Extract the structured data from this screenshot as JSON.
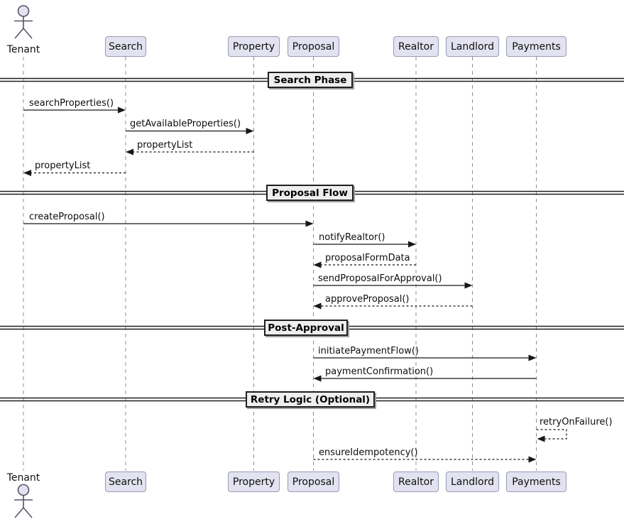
{
  "diagram": {
    "type": "uml-sequence",
    "actor": {
      "name": "Tenant"
    },
    "participants": [
      {
        "name": "Search"
      },
      {
        "name": "Property"
      },
      {
        "name": "Proposal"
      },
      {
        "name": "Realtor"
      },
      {
        "name": "Landlord"
      },
      {
        "name": "Payments"
      }
    ],
    "dividers": [
      {
        "label": "Search Phase"
      },
      {
        "label": "Proposal Flow"
      },
      {
        "label": "Post-Approval"
      },
      {
        "label": "Retry Logic (Optional)"
      }
    ],
    "messages": [
      {
        "label": "searchProperties()",
        "from": "Tenant",
        "to": "Search",
        "line": "solid"
      },
      {
        "label": "getAvailableProperties()",
        "from": "Search",
        "to": "Property",
        "line": "solid"
      },
      {
        "label": "propertyList",
        "from": "Property",
        "to": "Search",
        "line": "dashed"
      },
      {
        "label": "propertyList",
        "from": "Search",
        "to": "Tenant",
        "line": "dashed"
      },
      {
        "label": "createProposal()",
        "from": "Tenant",
        "to": "Proposal",
        "line": "solid"
      },
      {
        "label": "notifyRealtor()",
        "from": "Proposal",
        "to": "Realtor",
        "line": "solid"
      },
      {
        "label": "proposalFormData",
        "from": "Realtor",
        "to": "Proposal",
        "line": "dashed"
      },
      {
        "label": "sendProposalForApproval()",
        "from": "Proposal",
        "to": "Landlord",
        "line": "solid"
      },
      {
        "label": "approveProposal()",
        "from": "Landlord",
        "to": "Proposal",
        "line": "dashed"
      },
      {
        "label": "initiatePaymentFlow()",
        "from": "Proposal",
        "to": "Payments",
        "line": "solid"
      },
      {
        "label": "paymentConfirmation()",
        "from": "Payments",
        "to": "Proposal",
        "line": "solid"
      },
      {
        "label": "retryOnFailure()",
        "from": "Payments",
        "to": "Payments",
        "line": "dashed"
      },
      {
        "label": "ensureIdempotency()",
        "from": "Proposal",
        "to": "Payments",
        "line": "dashed"
      }
    ],
    "colors": {
      "participant_fill": "#E2E2F0",
      "participant_border": "#9a9ab5",
      "divider_fill": "#EEEEEE",
      "divider_border": "#1f1f1f",
      "lifeline": "#8c8c8c",
      "arrow": "#181818",
      "background": "#FFFFFF"
    }
  }
}
